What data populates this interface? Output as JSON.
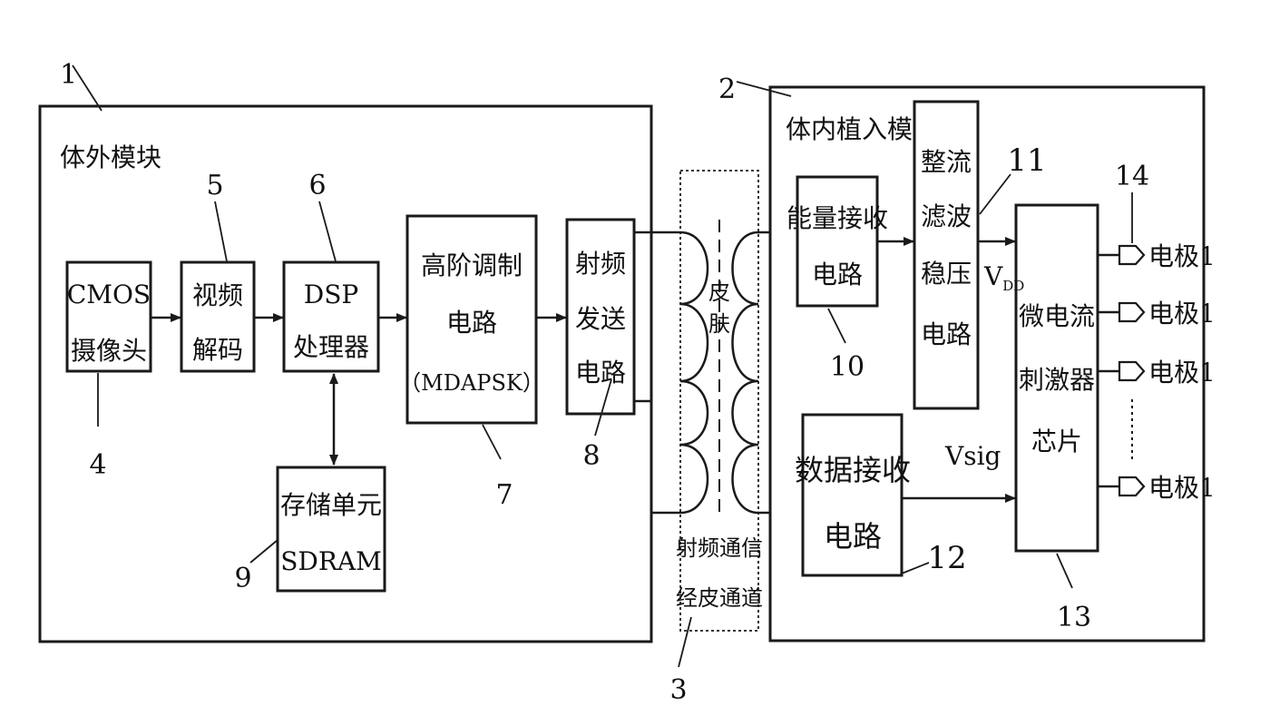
{
  "modules": {
    "external": {
      "title": "体外模块",
      "ref": "1"
    },
    "implant": {
      "title": "体内植入模块",
      "ref": "2"
    }
  },
  "blocks": {
    "cmos": {
      "line1": "CMOS",
      "line2": "摄像头",
      "ref": "4"
    },
    "video": {
      "line1": "视频",
      "line2": "解码",
      "ref": "5"
    },
    "dsp": {
      "line1": "DSP",
      "line2": "处理器",
      "ref": "6"
    },
    "modulation": {
      "line1": "高阶调制",
      "line2": "电路",
      "line3": "（MDAPSK）",
      "ref": "7"
    },
    "rf_tx": {
      "line1": "射频",
      "line2": "发送",
      "line3": "电路",
      "ref": "8"
    },
    "storage": {
      "line1": "存储单元",
      "line2": "SDRAM",
      "ref": "9"
    },
    "energy_rx": {
      "line1": "能量接收",
      "line2": "电路",
      "ref": "10"
    },
    "rectifier": {
      "line1": "整流",
      "line2": "滤波",
      "line3": "稳压",
      "line4": "电路",
      "ref": "11"
    },
    "data_rx": {
      "line1": "数据接收",
      "line2": "电路",
      "ref": "12"
    },
    "stimulator": {
      "line1": "微电流",
      "line2": "刺激器",
      "line3": "芯片",
      "ref": "13"
    }
  },
  "channel": {
    "skin_char1": "皮",
    "skin_char2": "肤",
    "caption_line1": "射频通信",
    "caption_line2": "经皮通道",
    "ref": "3"
  },
  "signals": {
    "vdd_main": "V",
    "vdd_sub": "DD",
    "vsig": "Vsig"
  },
  "electrodes": {
    "ref": "14",
    "labels": [
      "电极1",
      "电极1",
      "电极1",
      "电极1"
    ]
  }
}
